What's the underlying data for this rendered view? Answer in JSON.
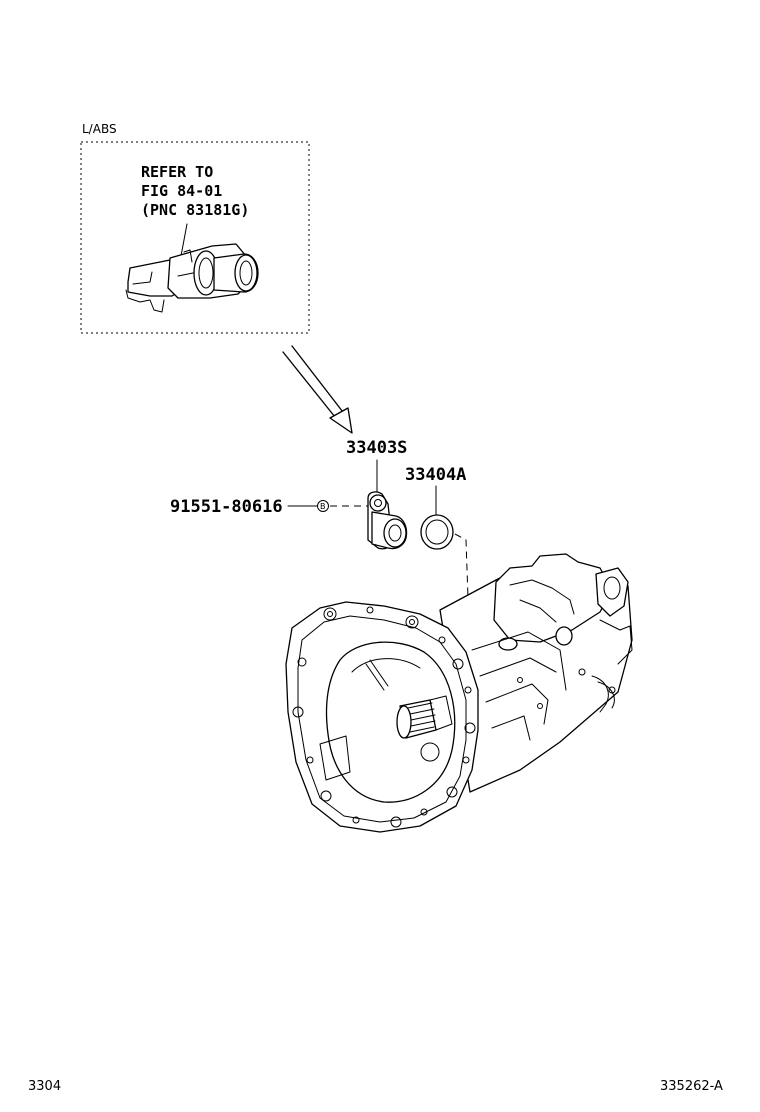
{
  "inset": {
    "variant_label": "L/ABS",
    "note_lines": [
      "REFER TO",
      "FIG 84-01",
      "(PNC 83181G)"
    ]
  },
  "parts": {
    "sensor_pnc": "33403S",
    "oring_pnc": "33404A",
    "bolt_pnc": "91551-80616",
    "bolt_badge": "B"
  },
  "footer": {
    "left_code": "3304",
    "right_code": "335262-A"
  }
}
